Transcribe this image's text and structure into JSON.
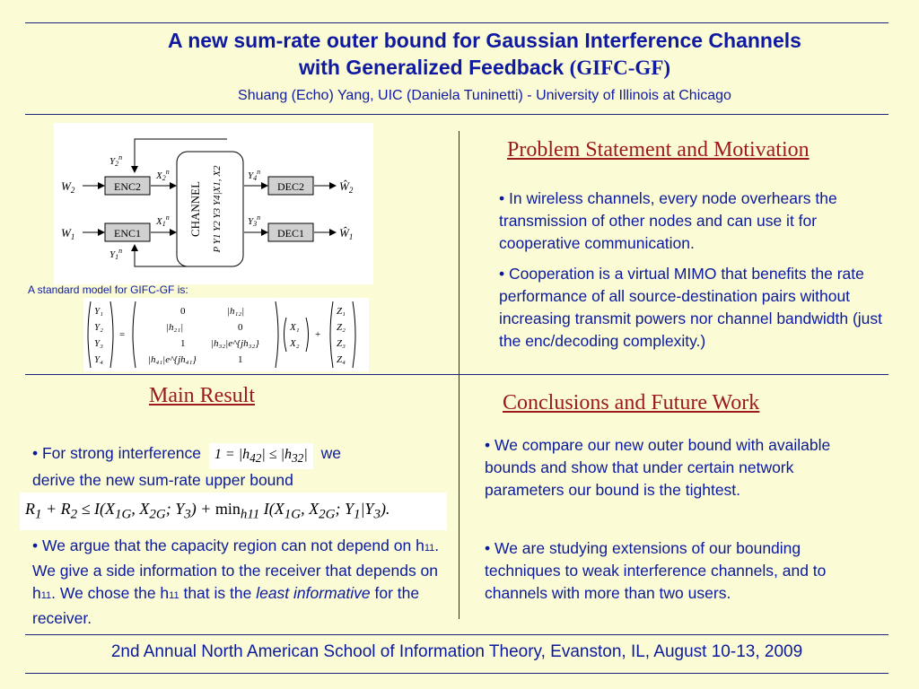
{
  "header": {
    "title_line1": "A new sum-rate outer bound for Gaussian Interference Channels",
    "title_line2": "with Generalized Feedback",
    "title_abbrev": "(GIFC-GF)",
    "authors": "Shuang (Echo) Yang, UIC (Daniela Tuninetti) - University of Illinois at Chicago"
  },
  "diagram": {
    "enc2": "ENC2",
    "enc1": "ENC1",
    "dec2": "DEC2",
    "dec1": "DEC1",
    "channel": "CHANNEL",
    "channel_pdf": "P Y1 Y2 Y3 Y4|X1, X2",
    "w2": "W",
    "w1": "W"
  },
  "model_caption": "A standard model for GIFC-GF is:",
  "problem": {
    "heading": "Problem Statement and Motivation",
    "bullet1": "• In wireless channels, every node overhears the transmission of other nodes and can use it for cooperative communication.",
    "bullet2": "• Cooperation is a virtual MIMO that benefits the rate performance of all source-destination pairs without increasing transmit powers nor channel bandwidth (just the enc/decoding complexity.)"
  },
  "main_result": {
    "heading": "Main Result",
    "bullet1_a": "• For strong interference",
    "bullet1_b": "we",
    "bullet1_c": "derive the new sum-rate upper bound",
    "bullet2_a": "• We argue that the capacity region can not depend on h",
    "bullet2_b": ". We give a side information to the receiver that depends on h",
    "bullet2_c": ". We chose the h",
    "bullet2_d": " that is the ",
    "bullet2_em": "least informative",
    "bullet2_e": " for the receiver.",
    "sub11": "11"
  },
  "conclusions": {
    "heading": "Conclusions and Future Work",
    "bullet1": "• We compare our new outer bound with available bounds and show that under certain network parameters our bound is the tightest.",
    "bullet2": "• We are studying extensions of our bounding techniques to weak interference channels, and to channels with more than two users."
  },
  "footer": "2nd Annual North American School of Information Theory, Evanston, IL, August 10-13, 2009",
  "colors": {
    "background": "#fbfbd6",
    "text": "#0b1a9c",
    "heading": "#9c1a1a",
    "rule": "#1a237e"
  }
}
